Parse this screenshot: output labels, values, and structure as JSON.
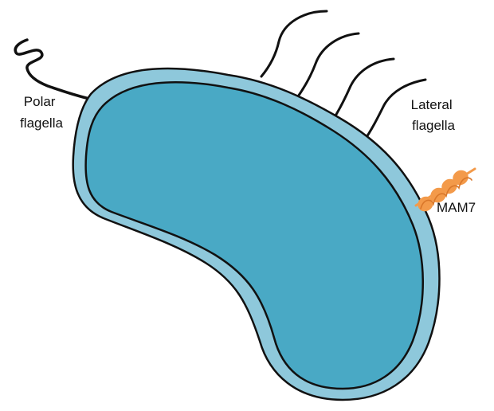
{
  "labels": {
    "polar_flagella": [
      "Polar",
      "flagella"
    ],
    "lateral_flagella": [
      "Lateral",
      "flagella"
    ],
    "mam7": "MAM7"
  },
  "colors": {
    "outer_membrane_fill": "#8ec8db",
    "cytoplasm_fill": "#49a9c5",
    "outline": "#111111",
    "flagella_stroke": "#111111",
    "mam7_fill": "#f39a4a",
    "background": "#ffffff"
  },
  "icons": {
    "mam7": "mam7-protein-icon"
  }
}
